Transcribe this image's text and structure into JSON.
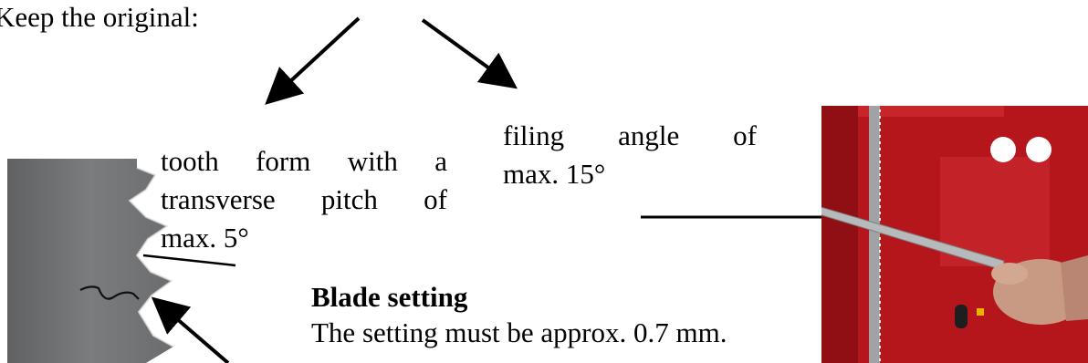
{
  "intro": "Keep the original:",
  "tooth_form": {
    "line1": [
      "tooth",
      "form",
      "with",
      "a"
    ],
    "line2": [
      "transverse",
      "pitch",
      "of"
    ],
    "line3": "max. 5°"
  },
  "filing_angle": {
    "line1": [
      "filing",
      "angle",
      "of"
    ],
    "line2": "max. 15°"
  },
  "blade_setting": {
    "title": "Blade setting",
    "text": "The setting must be approx. 0.7 mm."
  },
  "colors": {
    "blade_grey": "#6e7072",
    "machine_red": "#b5161c",
    "glove": "#c89a84"
  }
}
